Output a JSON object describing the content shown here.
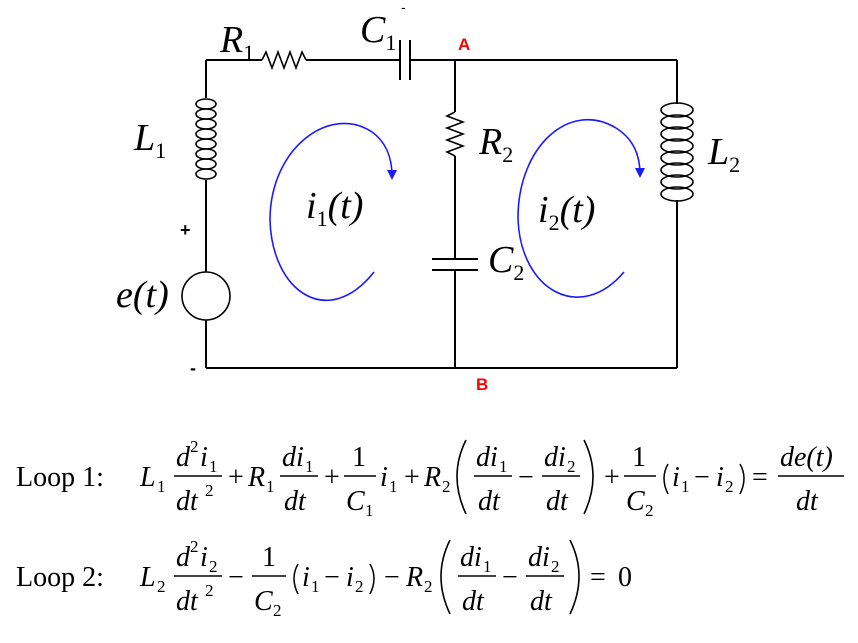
{
  "labels": {
    "R1": "R",
    "R1_sub": "1",
    "C1": "C",
    "C1_sub": "1",
    "C1_minus": "-",
    "L1": "L",
    "L1_sub": "1",
    "R2": "R",
    "R2_sub": "2",
    "C2": "C",
    "C2_sub": "2",
    "L2": "L",
    "L2_sub": "2",
    "node_A": "A",
    "node_B": "B",
    "plus": "+",
    "minus": "-",
    "source": "e(t)",
    "loop_i1": "i",
    "loop_i1_sub": "1",
    "loop_i1_arg": "(t)",
    "loop_i2": "i",
    "loop_i2_sub": "2",
    "loop_i2_arg": "(t)"
  },
  "equations": {
    "loop1_label": "Loop 1:",
    "loop2_label": "Loop 2:",
    "L": "L",
    "R": "R",
    "C": "C",
    "s1": "1",
    "s2": "2",
    "d2i1_num": "d",
    "d2i1_sup": "2",
    "i": "i",
    "dt2": "dt",
    "dt2_sup": "2",
    "di1_num": "di",
    "dt": "dt",
    "one": "1",
    "plus": "+",
    "minus": "−",
    "equals": "=",
    "de_num": "de(t)",
    "zero": "0"
  },
  "colors": {
    "wire": "#000000",
    "loop_arrow": "#1a1aff",
    "node_label": "#ff0000"
  }
}
